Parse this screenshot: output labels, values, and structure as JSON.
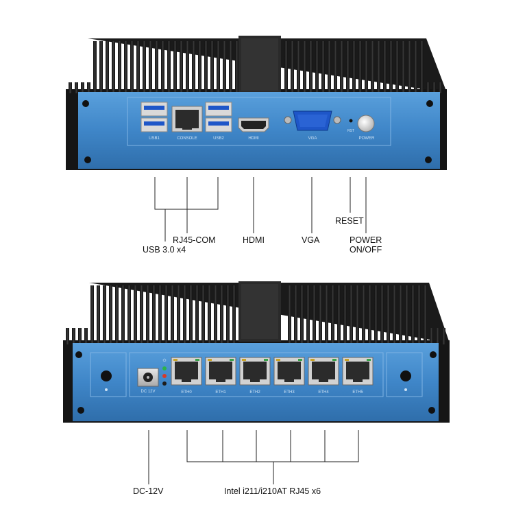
{
  "top_device": {
    "port_labels": {
      "usb1": "USB1",
      "console": "CONSOLE",
      "usb2": "USB2",
      "hdmi": "HDMI",
      "vga": "VGA",
      "rst": "RST",
      "power": "POWER"
    },
    "callouts": {
      "usb": "USB 3.0 x4",
      "rj45_com": "RJ45-COM",
      "hdmi": "HDMI",
      "vga": "VGA",
      "reset": "RESET",
      "power_line1": "POWER",
      "power_line2": "ON/OFF"
    }
  },
  "bottom_device": {
    "port_labels": {
      "dc": "DC 12V",
      "eth0": "ETH0",
      "eth1": "ETH1",
      "eth2": "ETH2",
      "eth3": "ETH3",
      "eth4": "ETH4",
      "eth5": "ETH5"
    },
    "callouts": {
      "dc": "DC-12V",
      "ethernet": "Intel i211/i210AT RJ45 x6"
    }
  },
  "colors": {
    "panel_blue": "#3f86c8",
    "heatsink": "#1c1c1c",
    "usb_blue": "#1e56c8",
    "led_green": "#2bb34a",
    "led_red": "#d63a2a"
  }
}
